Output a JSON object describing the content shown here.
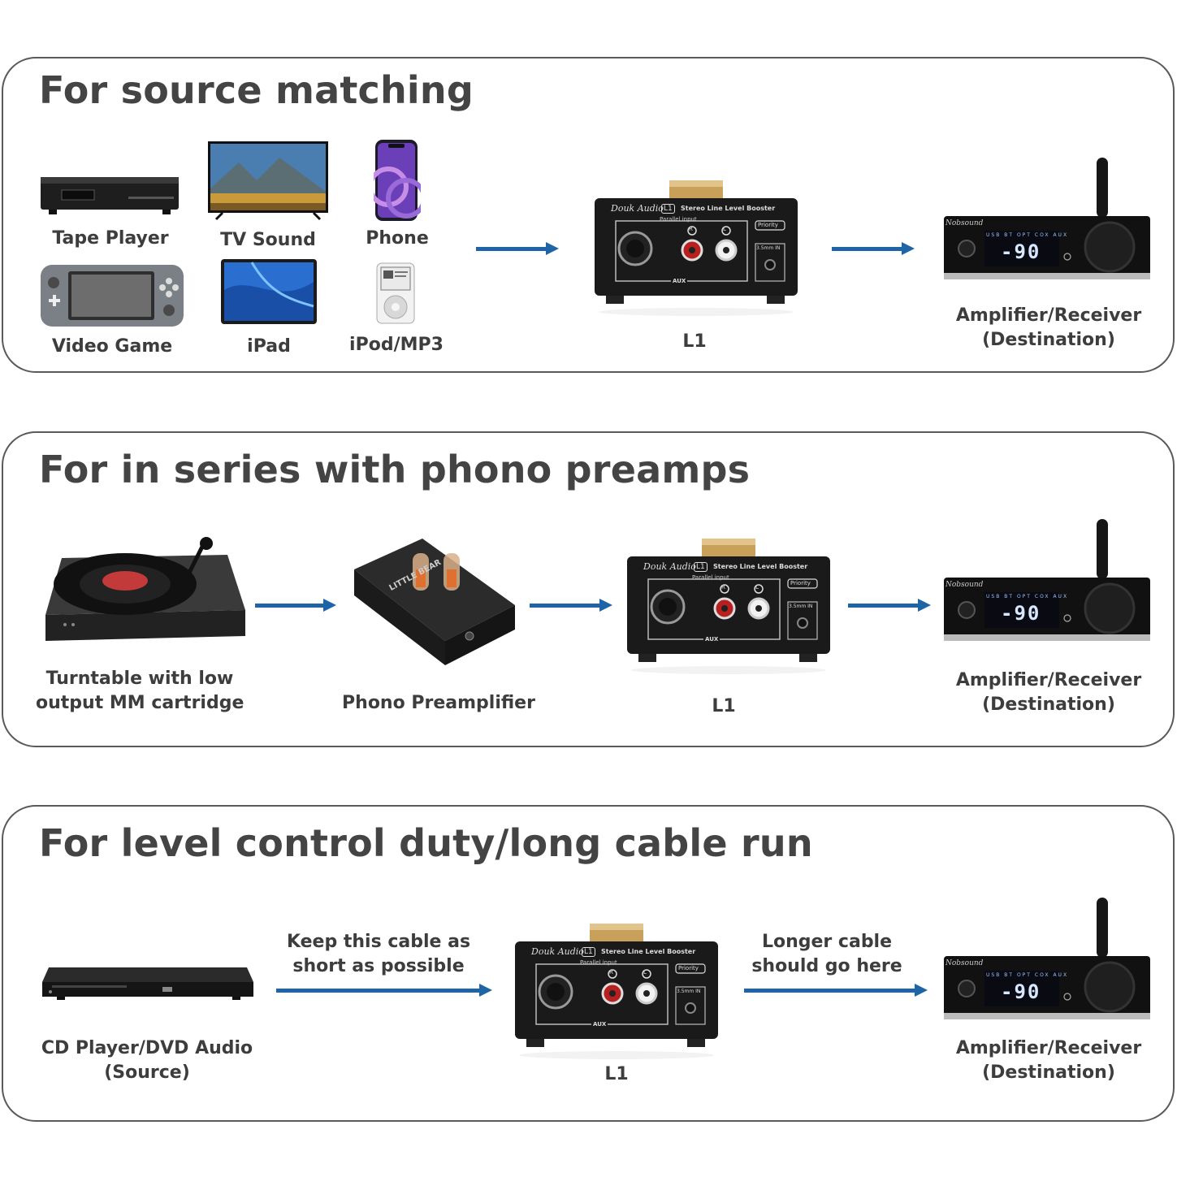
{
  "colors": {
    "arrow": "#1f64a6",
    "panel_border": "#5a5a5a",
    "text": "#3d3d3d",
    "device_body": "#1a1a1a",
    "knob_gold": "#c9a05a"
  },
  "panels": [
    {
      "title": "For source matching",
      "sources": [
        {
          "label": "Tape Player",
          "icon": "tape-player-icon"
        },
        {
          "label": "TV Sound",
          "icon": "tv-icon"
        },
        {
          "label": "Phone",
          "icon": "phone-icon"
        },
        {
          "label": "Video Game",
          "icon": "handheld-console-icon"
        },
        {
          "label": "iPad",
          "icon": "tablet-icon"
        },
        {
          "label": "iPod/MP3",
          "icon": "ipod-icon"
        }
      ],
      "booster_label": "L1",
      "destination_label_1": "Amplifier/Receiver",
      "destination_label_2": "(Destination)"
    },
    {
      "title": "For in series with phono preamps",
      "turntable_label_1": "Turntable with low",
      "turntable_label_2": "output MM cartridge",
      "preamp_label": "Phono Preamplifier",
      "booster_label": "L1",
      "destination_label_1": "Amplifier/Receiver",
      "destination_label_2": "(Destination)"
    },
    {
      "title": "For level control duty/long cable run",
      "source_label_1": "CD Player/DVD Audio",
      "source_label_2": "(Source)",
      "short_cable_note_1": "Keep this cable as",
      "short_cable_note_2": "short as possible",
      "long_cable_note_1": "Longer cable",
      "long_cable_note_2": "should go here",
      "booster_label": "L1",
      "destination_label_1": "Amplifier/Receiver",
      "destination_label_2": "(Destination)"
    }
  ],
  "booster_device": {
    "brand": "Douk Audio",
    "model_badge": "L1",
    "subtitle": "Stereo Line Level Booster",
    "section_label": "Parallel input",
    "priority_label": "Priority",
    "jack_label": "3.5mm IN",
    "aux_label": "AUX",
    "right_channel": "R",
    "left_channel": "L"
  },
  "amplifier_device": {
    "brand": "Nobsound",
    "display_value": "-90",
    "input_tabs": [
      "USB",
      "BT",
      "OPT",
      "COX",
      "AUX"
    ]
  },
  "preamp_device": {
    "name": "LITTLE BEAR"
  }
}
